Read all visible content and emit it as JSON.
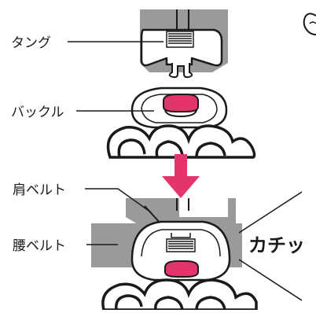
{
  "labels": {
    "tongue": "タング",
    "buckle": "バックル",
    "shoulder_belt": "肩ベルト",
    "lap_belt": "腰ベルト",
    "click_sound": "カチッ"
  },
  "colors": {
    "belt_gray": "#9a9a9a",
    "outline": "#1a1a1a",
    "arrow": "#e2356c",
    "button_pink": "#e2356c",
    "background": "#ffffff"
  },
  "icons": {
    "arrow": "down-arrow-icon"
  }
}
